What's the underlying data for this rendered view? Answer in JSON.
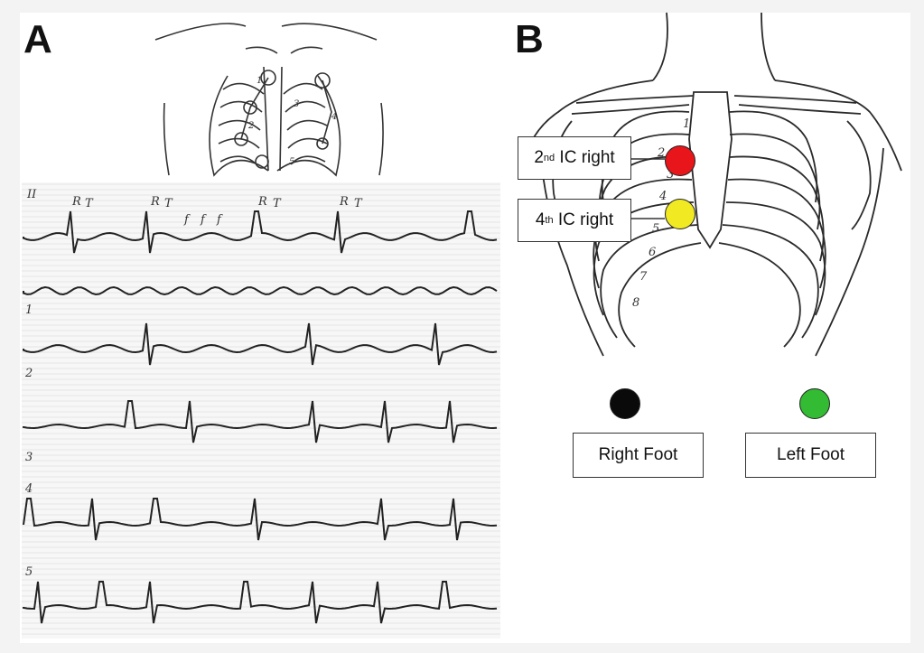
{
  "panel_a": {
    "letter": "A",
    "trace_labels": [
      "II",
      "1",
      "2",
      "3",
      "4",
      "5"
    ],
    "wave_annotations": [
      "R",
      "T",
      "R",
      "T",
      "f",
      "f",
      "f",
      "R",
      "T",
      "R",
      "T"
    ],
    "chest_numbers": [
      "1",
      "2",
      "3",
      "4",
      "5"
    ]
  },
  "panel_b": {
    "letter": "B",
    "rib_numbers": [
      "1",
      "2",
      "3",
      "4",
      "5",
      "6",
      "7",
      "8"
    ],
    "electrodes": [
      {
        "label_base": "2",
        "label_sup": "nd",
        "label_rest": " IC right",
        "color": "#e8151b"
      },
      {
        "label_base": "4",
        "label_sup": "th",
        "label_rest": " IC right",
        "color": "#f1ea22"
      },
      {
        "label": "Right Foot",
        "color": "#0a0a0a"
      },
      {
        "label": "Left Foot",
        "color": "#33bb33"
      }
    ]
  }
}
